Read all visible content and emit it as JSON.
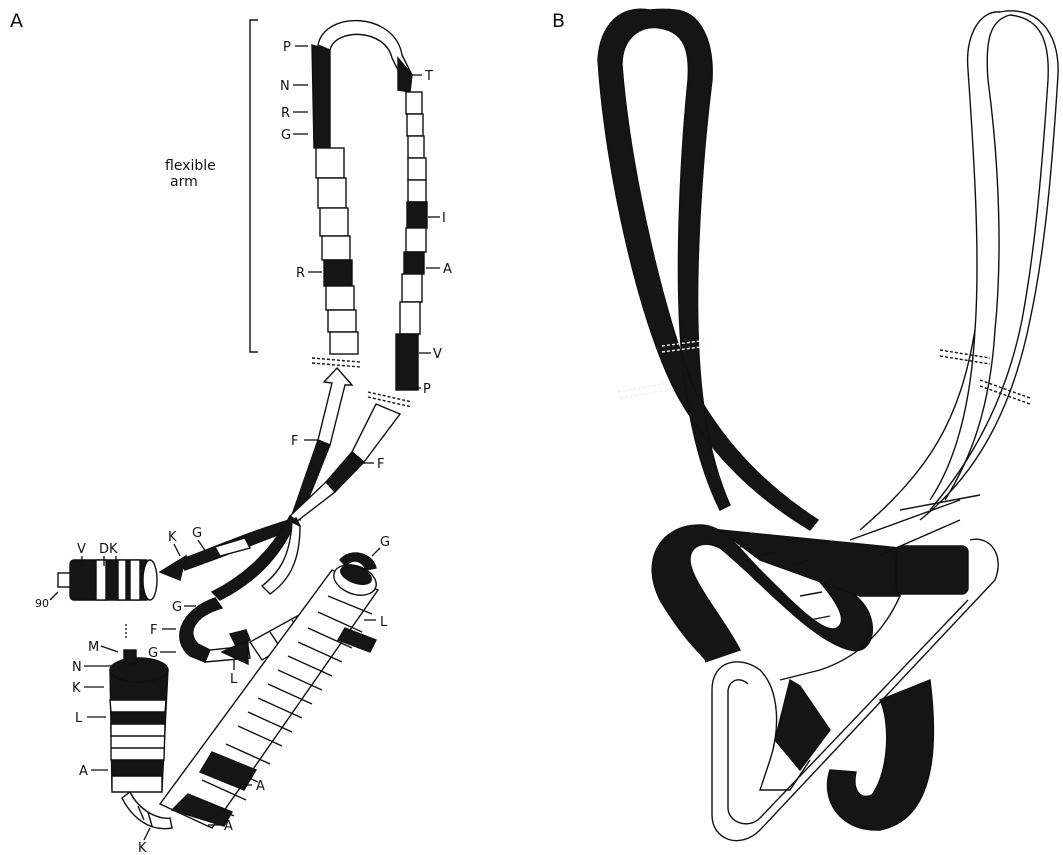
{
  "panel_a": {
    "letter": "A",
    "bracket_label_line1": "flexible",
    "bracket_label_line2": "arm",
    "residue_labels": {
      "p_top": "P",
      "n_top": "N",
      "r_top": "R",
      "g_top": "G",
      "r_mid": "R",
      "t": "T",
      "i": "I",
      "a_right": "A",
      "v_right": "V",
      "p_right": "P",
      "f_left": "F",
      "f_right": "F",
      "k_arm": "K",
      "g_arm": "G",
      "v_cyl": "V",
      "dk_cyl": "DK",
      "num_90": "90",
      "g_loop1": "G",
      "f_loop": "F",
      "g_loop2": "G",
      "l_loop": "L",
      "g_top_right": "G",
      "l_right": "L",
      "m_cone": "M",
      "n_cone": "N",
      "k_cone": "K",
      "l_cone": "L",
      "a_cone": "A",
      "a_bottom1": "A",
      "a_bottom2": "A",
      "k_bottom": "K"
    }
  },
  "panel_b": {
    "letter": "B"
  },
  "colors": {
    "black": "#151515",
    "white": "#ffffff",
    "line": "#111111"
  }
}
